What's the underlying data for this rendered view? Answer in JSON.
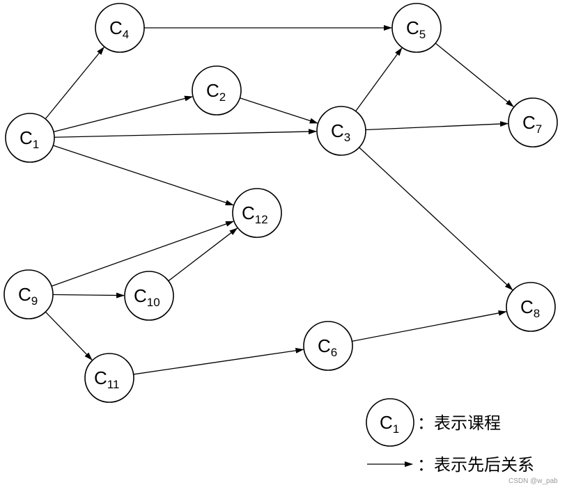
{
  "nodes": [
    {
      "id": "C1",
      "letter": "C",
      "sub": "1"
    },
    {
      "id": "C2",
      "letter": "C",
      "sub": "2"
    },
    {
      "id": "C3",
      "letter": "C",
      "sub": "3"
    },
    {
      "id": "C4",
      "letter": "C",
      "sub": "4"
    },
    {
      "id": "C5",
      "letter": "C",
      "sub": "5"
    },
    {
      "id": "C6",
      "letter": "C",
      "sub": "6"
    },
    {
      "id": "C7",
      "letter": "C",
      "sub": "7"
    },
    {
      "id": "C8",
      "letter": "C",
      "sub": "8"
    },
    {
      "id": "C9",
      "letter": "C",
      "sub": "9"
    },
    {
      "id": "C10",
      "letter": "C",
      "sub": "10"
    },
    {
      "id": "C11",
      "letter": "C",
      "sub": "11"
    },
    {
      "id": "C12",
      "letter": "C",
      "sub": "12"
    }
  ],
  "edges": [
    {
      "from": "C1",
      "to": "C4"
    },
    {
      "from": "C1",
      "to": "C2"
    },
    {
      "from": "C1",
      "to": "C3"
    },
    {
      "from": "C1",
      "to": "C12"
    },
    {
      "from": "C4",
      "to": "C5"
    },
    {
      "from": "C2",
      "to": "C3"
    },
    {
      "from": "C3",
      "to": "C5"
    },
    {
      "from": "C3",
      "to": "C7"
    },
    {
      "from": "C3",
      "to": "C8"
    },
    {
      "from": "C5",
      "to": "C7"
    },
    {
      "from": "C9",
      "to": "C12"
    },
    {
      "from": "C9",
      "to": "C10"
    },
    {
      "from": "C9",
      "to": "C11"
    },
    {
      "from": "C10",
      "to": "C12"
    },
    {
      "from": "C11",
      "to": "C6"
    },
    {
      "from": "C6",
      "to": "C8"
    }
  ],
  "legend": {
    "node_symbol": {
      "letter": "C",
      "sub": "1"
    },
    "node_text": "：表示课程",
    "arrow_text": "：表示先后关系"
  },
  "watermark": "CSDN @w_pab",
  "colors": {
    "stroke": "#000000",
    "background": "#ffffff",
    "watermark": "#9a9a9a"
  }
}
